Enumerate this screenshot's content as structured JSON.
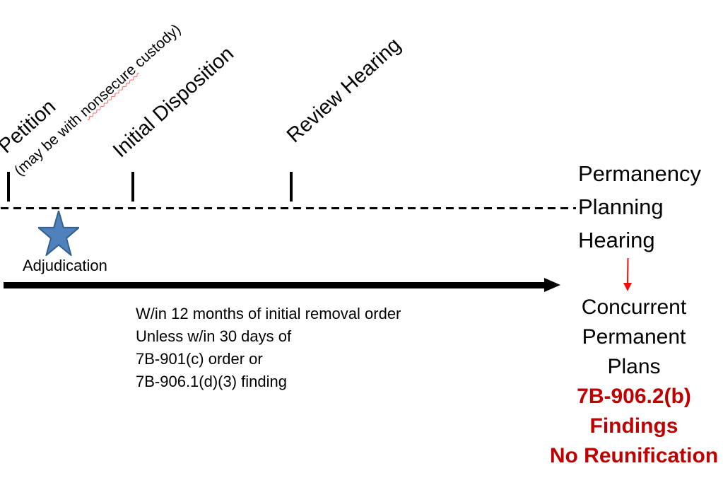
{
  "timeline": {
    "milestones": {
      "petition": "Petition",
      "initial_disposition": "Initial Disposition",
      "review_hearing": "Review Hearing"
    },
    "petition_note": {
      "before": "(may be with ",
      "squiggle_word": "nonsecure",
      "after": " custody)"
    },
    "adjudication_label": "Adjudication",
    "timeframe_lines": [
      "W/in 12 months of initial removal order",
      "Unless w/in 30 days of",
      "7B-901(c) order or",
      "7B-906.1(d)(3) finding"
    ]
  },
  "permanency": {
    "heading_lines": [
      "Permanency",
      "Planning",
      "Hearing"
    ],
    "plan_lines": [
      "Concurrent",
      "Permanent",
      "Plans"
    ],
    "finding_lines": [
      "7B-906.2(b)",
      "Findings",
      "No Reunification"
    ]
  },
  "icons": {
    "adjudication_star": "star-icon",
    "red_down_arrow": "down-arrow-icon",
    "black_right_arrow": "right-arrow-icon"
  },
  "colors": {
    "star_fill": "#4f81bd",
    "star_border": "#34618f",
    "findings_red": "#c00000",
    "red_arrow": "#f40b0b",
    "ink": "#000000"
  }
}
